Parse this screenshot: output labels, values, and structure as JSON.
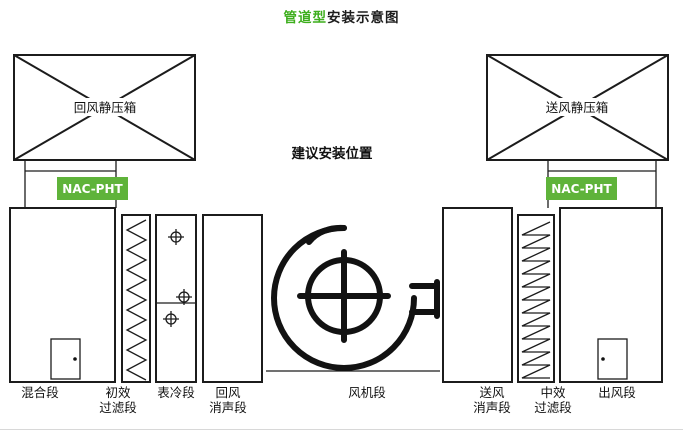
{
  "title": {
    "highlight": "管道型",
    "rest": "安装示意图"
  },
  "colors": {
    "brand_green": "#5fb33a",
    "title_green": "#3dae1d",
    "line": "#1c1c1c"
  },
  "annotations": {
    "suggested_position": "建议安装位置"
  },
  "plenums": {
    "return": "回风静压箱",
    "supply": "送风静压箱"
  },
  "brand_label": "NAC-PHT",
  "sections": {
    "mixing": "混合段",
    "primary_filter": {
      "l1": "初效",
      "l2": "过滤段"
    },
    "cooling": "表冷段",
    "return_silencer": {
      "l1": "回风",
      "l2": "消声段"
    },
    "fan": "风机段",
    "supply_silencer": {
      "l1": "送风",
      "l2": "消声段"
    },
    "medium_filter": {
      "l1": "中效",
      "l2": "过滤段"
    },
    "outlet": "出风段"
  }
}
